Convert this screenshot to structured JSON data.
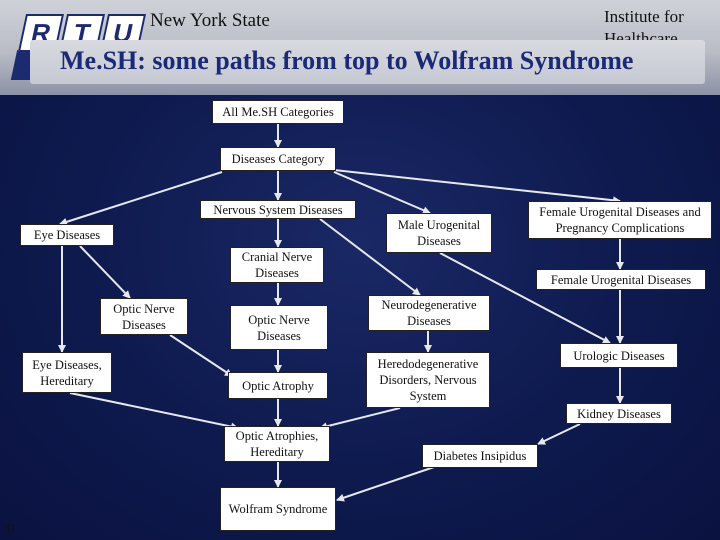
{
  "header": {
    "logo_letters": [
      "R",
      "T",
      "U"
    ],
    "org_left": "New York State",
    "org_right": "Institute for Healthcare",
    "title": "Me.SH: some paths from top to Wolfram Syndrome"
  },
  "nodes": {
    "all_mesh": "All Me.SH Categories",
    "diseases_category": "Diseases Category",
    "nervous_system": "Nervous System Diseases",
    "eye_diseases": "Eye Diseases",
    "male_urogenital": "Male Urogenital Diseases",
    "female_urogenital_preg": "Female Urogenital Diseases and Pregnancy Complications",
    "cranial_nerve": "Cranial Nerve Diseases",
    "female_urogenital": "Female Urogenital Diseases",
    "optic_nerve_left": "Optic Nerve Diseases",
    "optic_nerve_mid": "Optic Nerve Diseases",
    "neurodegenerative": "Neurodegenerative Diseases",
    "eye_hereditary": "Eye Diseases, Hereditary",
    "optic_atrophy": "Optic Atrophy",
    "heredodegenerative": "Heredodegenerative Disorders, Nervous System",
    "urologic": "Urologic Diseases",
    "kidney": "Kidney Diseases",
    "optic_atrophies_hereditary": "Optic Atrophies, Hereditary",
    "diabetes_insipidus": "Diabetes Insipidus",
    "wolfram": "Wolfram Syndrome"
  },
  "page_number": "31",
  "colors": {
    "edge": "#e6e8ee",
    "node_bg": "#ffffff",
    "title": "#1a2a78"
  }
}
